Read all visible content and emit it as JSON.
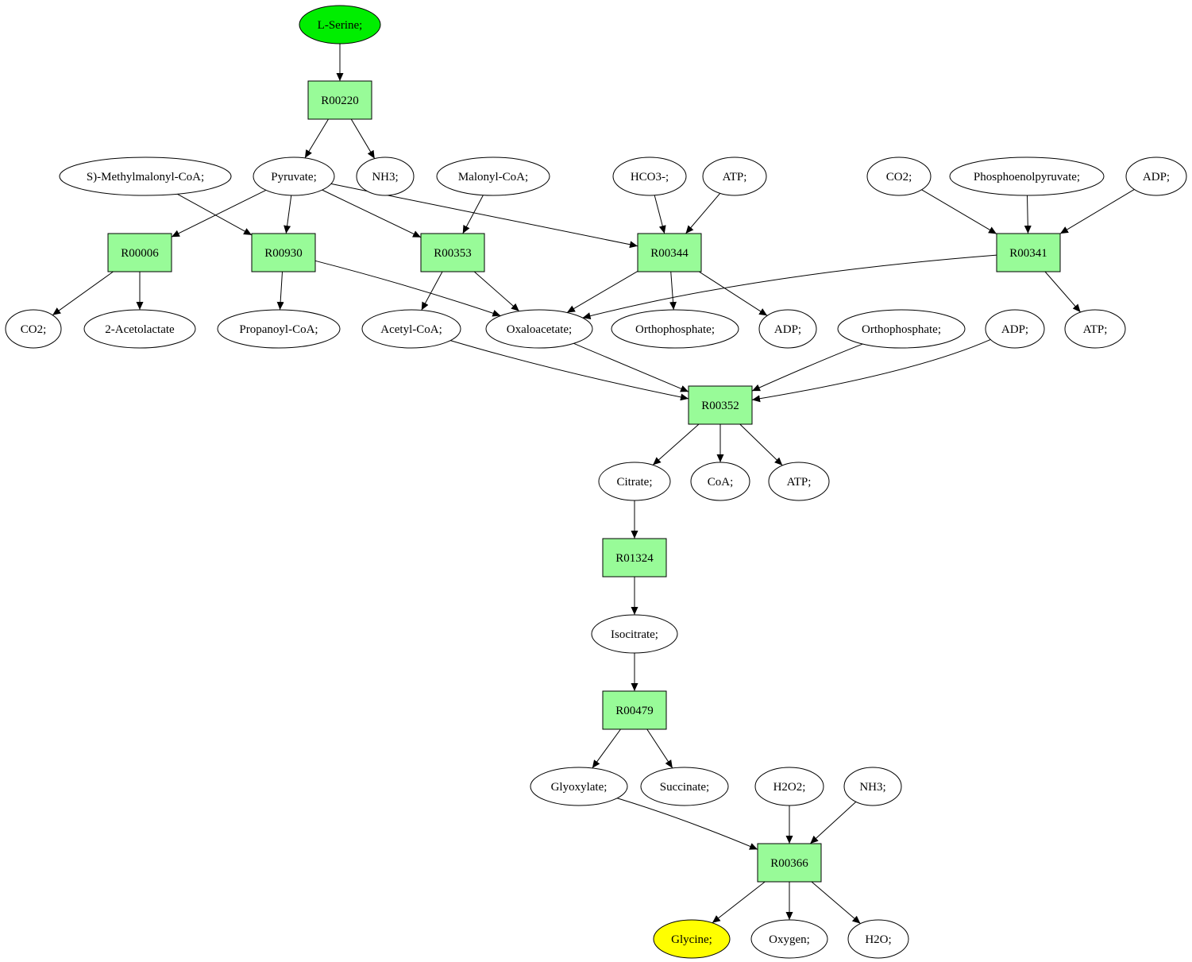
{
  "colors": {
    "reaction_fill": "#98fb98",
    "compound_fill": "#ffffff",
    "source_fill": "#00ee00",
    "target_fill": "#ffff00",
    "stroke": "#000000"
  },
  "nodes": [
    {
      "id": "l-serine",
      "label": "L-Serine;",
      "kind": "source"
    },
    {
      "id": "r00220",
      "label": "R00220",
      "kind": "reaction"
    },
    {
      "id": "s-methylmalonyl-coa",
      "label": "S)-Methylmalonyl-CoA;",
      "kind": "compound"
    },
    {
      "id": "pyruvate",
      "label": "Pyruvate;",
      "kind": "compound"
    },
    {
      "id": "nh3-1",
      "label": "NH3;",
      "kind": "compound"
    },
    {
      "id": "malonyl-coa",
      "label": "Malonyl-CoA;",
      "kind": "compound"
    },
    {
      "id": "hco3",
      "label": "HCO3-;",
      "kind": "compound"
    },
    {
      "id": "atp-1",
      "label": "ATP;",
      "kind": "compound"
    },
    {
      "id": "co2-1",
      "label": "CO2;",
      "kind": "compound"
    },
    {
      "id": "phosphoenolpyruvate",
      "label": "Phosphoenolpyruvate;",
      "kind": "compound"
    },
    {
      "id": "adp-1",
      "label": "ADP;",
      "kind": "compound"
    },
    {
      "id": "r00006",
      "label": "R00006",
      "kind": "reaction"
    },
    {
      "id": "r00930",
      "label": "R00930",
      "kind": "reaction"
    },
    {
      "id": "r00353",
      "label": "R00353",
      "kind": "reaction"
    },
    {
      "id": "r00344",
      "label": "R00344",
      "kind": "reaction"
    },
    {
      "id": "r00341",
      "label": "R00341",
      "kind": "reaction"
    },
    {
      "id": "co2-2",
      "label": "CO2;",
      "kind": "compound"
    },
    {
      "id": "acetolactate",
      "label": "2-Acetolactate",
      "kind": "compound"
    },
    {
      "id": "propanoyl-coa",
      "label": "Propanoyl-CoA;",
      "kind": "compound"
    },
    {
      "id": "acetyl-coa",
      "label": "Acetyl-CoA;",
      "kind": "compound"
    },
    {
      "id": "oxaloacetate",
      "label": "Oxaloacetate;",
      "kind": "compound"
    },
    {
      "id": "orthophosphate-1",
      "label": "Orthophosphate;",
      "kind": "compound"
    },
    {
      "id": "adp-2",
      "label": "ADP;",
      "kind": "compound"
    },
    {
      "id": "orthophosphate-2",
      "label": "Orthophosphate;",
      "kind": "compound"
    },
    {
      "id": "adp-3",
      "label": "ADP;",
      "kind": "compound"
    },
    {
      "id": "atp-2",
      "label": "ATP;",
      "kind": "compound"
    },
    {
      "id": "r00352",
      "label": "R00352",
      "kind": "reaction"
    },
    {
      "id": "citrate",
      "label": "Citrate;",
      "kind": "compound"
    },
    {
      "id": "coa",
      "label": "CoA;",
      "kind": "compound"
    },
    {
      "id": "atp-3",
      "label": "ATP;",
      "kind": "compound"
    },
    {
      "id": "r01324",
      "label": "R01324",
      "kind": "reaction"
    },
    {
      "id": "isocitrate",
      "label": "Isocitrate;",
      "kind": "compound"
    },
    {
      "id": "r00479",
      "label": "R00479",
      "kind": "reaction"
    },
    {
      "id": "glyoxylate",
      "label": "Glyoxylate;",
      "kind": "compound"
    },
    {
      "id": "succinate",
      "label": "Succinate;",
      "kind": "compound"
    },
    {
      "id": "h2o2",
      "label": "H2O2;",
      "kind": "compound"
    },
    {
      "id": "nh3-2",
      "label": "NH3;",
      "kind": "compound"
    },
    {
      "id": "r00366",
      "label": "R00366",
      "kind": "reaction"
    },
    {
      "id": "glycine",
      "label": "Glycine;",
      "kind": "target"
    },
    {
      "id": "oxygen",
      "label": "Oxygen;",
      "kind": "compound"
    },
    {
      "id": "h2o",
      "label": "H2O;",
      "kind": "compound"
    }
  ],
  "edges": [
    [
      "l-serine",
      "r00220"
    ],
    [
      "r00220",
      "pyruvate"
    ],
    [
      "r00220",
      "nh3-1"
    ],
    [
      "pyruvate",
      "r00006"
    ],
    [
      "pyruvate",
      "r00930"
    ],
    [
      "pyruvate",
      "r00353"
    ],
    [
      "pyruvate",
      "r00344"
    ],
    [
      "s-methylmalonyl-coa",
      "r00930"
    ],
    [
      "malonyl-coa",
      "r00353"
    ],
    [
      "hco3",
      "r00344"
    ],
    [
      "atp-1",
      "r00344"
    ],
    [
      "co2-1",
      "r00341"
    ],
    [
      "phosphoenolpyruvate",
      "r00341"
    ],
    [
      "adp-1",
      "r00341"
    ],
    [
      "r00006",
      "co2-2"
    ],
    [
      "r00006",
      "acetolactate"
    ],
    [
      "r00930",
      "propanoyl-coa"
    ],
    [
      "r00930",
      "oxaloacetate"
    ],
    [
      "r00353",
      "acetyl-coa"
    ],
    [
      "r00353",
      "oxaloacetate"
    ],
    [
      "r00344",
      "oxaloacetate"
    ],
    [
      "r00344",
      "orthophosphate-1"
    ],
    [
      "r00344",
      "adp-2"
    ],
    [
      "r00341",
      "oxaloacetate"
    ],
    [
      "r00341",
      "atp-2"
    ],
    [
      "acetyl-coa",
      "r00352"
    ],
    [
      "oxaloacetate",
      "r00352"
    ],
    [
      "orthophosphate-2",
      "r00352"
    ],
    [
      "adp-3",
      "r00352"
    ],
    [
      "r00352",
      "citrate"
    ],
    [
      "r00352",
      "coa"
    ],
    [
      "r00352",
      "atp-3"
    ],
    [
      "citrate",
      "r01324"
    ],
    [
      "r01324",
      "isocitrate"
    ],
    [
      "isocitrate",
      "r00479"
    ],
    [
      "r00479",
      "glyoxylate"
    ],
    [
      "r00479",
      "succinate"
    ],
    [
      "glyoxylate",
      "r00366"
    ],
    [
      "h2o2",
      "r00366"
    ],
    [
      "nh3-2",
      "r00366"
    ],
    [
      "r00366",
      "glycine"
    ],
    [
      "r00366",
      "oxygen"
    ],
    [
      "r00366",
      "h2o"
    ]
  ]
}
